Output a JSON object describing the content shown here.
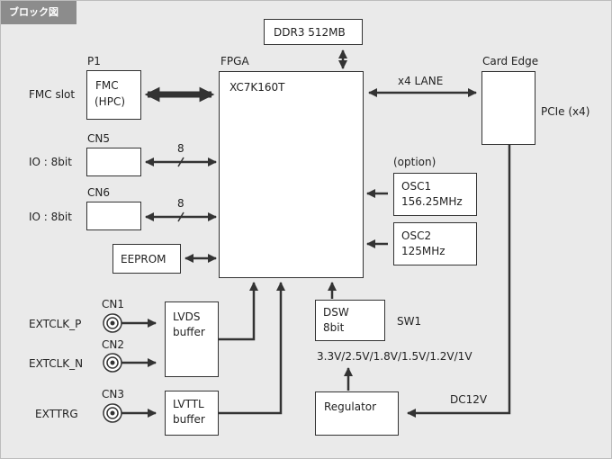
{
  "tag": "ブロック図",
  "ddr3": "DDR3 512MB",
  "p1_label": "P1",
  "fmc_line1": "FMC",
  "fmc_line2": "(HPC)",
  "fmc_slot": "FMC slot",
  "fpga_label": "FPGA",
  "fpga_part": "XC7K160T",
  "x4_lane": "x4 LANE",
  "card_edge": "Card Edge",
  "pcie": "PCIe (x4)",
  "cn5": "CN5",
  "io1": "IO : 8bit",
  "bus_width_1": "8",
  "cn6": "CN6",
  "io2": "IO : 8bit",
  "bus_width_2": "8",
  "eeprom": "EEPROM",
  "option": "(option)",
  "osc1_line1": "OSC1",
  "osc1_line2": "156.25MHz",
  "osc2_line1": "OSC2",
  "osc2_line2": "125MHz",
  "cn1": "CN1",
  "extclk_p": "EXTCLK_P",
  "cn2": "CN2",
  "extclk_n": "EXTCLK_N",
  "cn3": "CN3",
  "exttrg": "EXTTRG",
  "lvds_line1": "LVDS",
  "lvds_line2": "buffer",
  "lvttl_line1": "LVTTL",
  "lvttl_line2": "buffer",
  "dsw_line1": "DSW",
  "dsw_line2": "8bit",
  "sw1": "SW1",
  "voltages": "3.3V/2.5V/1.8V/1.5V/1.2V/1V",
  "regulator": "Regulator",
  "dc12v": "DC12V",
  "line_color": "#333333"
}
